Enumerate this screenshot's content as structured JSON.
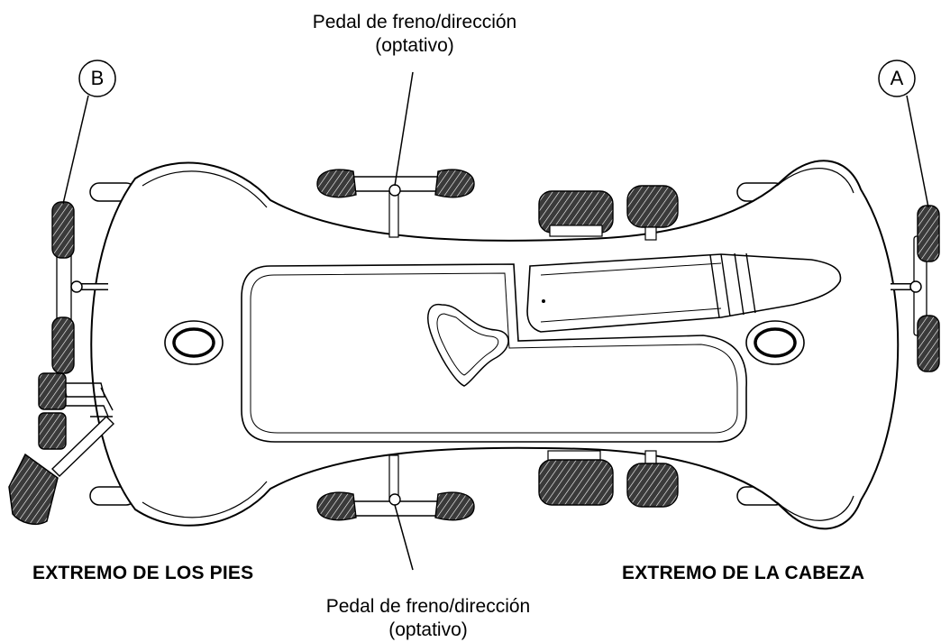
{
  "labels": {
    "pedal_top": {
      "line1": "Pedal de freno/dirección",
      "line2": "(optativo)"
    },
    "pedal_bottom": {
      "line1": "Pedal de freno/dirección",
      "line2": "(optativo)"
    },
    "foot_end": "EXTREMO DE LOS PIES",
    "head_end": "EXTREMO DE LA CABEZA",
    "callout_b": "B",
    "callout_a": "A"
  },
  "colors": {
    "line": "#000000",
    "background": "#ffffff",
    "tread": "#222222"
  },
  "icons": [
    "stretcher-top-view",
    "caster-wheel",
    "brake-pedal"
  ]
}
